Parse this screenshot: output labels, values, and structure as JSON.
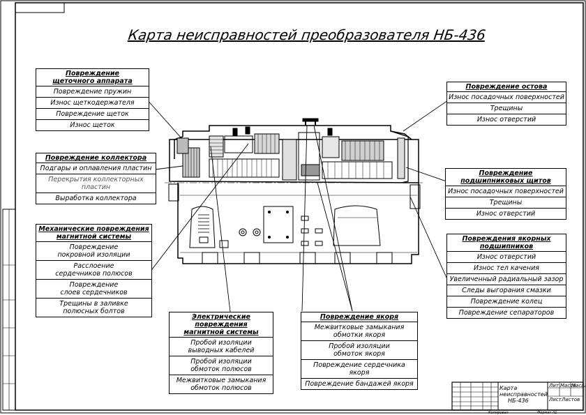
{
  "title": "Карта неисправностей преобразователя НБ-436",
  "boxes": {
    "brush": {
      "heading": [
        "Повреждение",
        "щеточного аппарата"
      ],
      "items": [
        "Повреждение пружин",
        "Износ щеткодержателя",
        "Повреждение щеток",
        "Износ щеток"
      ]
    },
    "collector": {
      "heading": [
        "Повреждение коллектора"
      ],
      "items": [
        "Подгары и оплавления пластин",
        "Перекрытия коллекторных пластин",
        "Выработка коллектора"
      ]
    },
    "mechanical": {
      "heading": [
        "Механические повреждения",
        "магнитной системы"
      ],
      "items": [
        [
          "Повреждение",
          "покровной изоляции"
        ],
        [
          "Расслоение",
          "сердечников полюсов"
        ],
        [
          "Повреждение",
          "слоев сердечников"
        ],
        [
          "Трещины в заливке",
          "полюсных болтов"
        ]
      ]
    },
    "electrical": {
      "heading": [
        "Электрические повреждения",
        "магнитной системы"
      ],
      "items": [
        [
          "Пробой изоляции",
          "выводных кабелей"
        ],
        [
          "Пробой изоляции",
          "обмоток полюсов"
        ],
        [
          "Межвитковые замыкания",
          "обмоток полюсов"
        ]
      ]
    },
    "armature": {
      "heading": [
        "Повреждение якоря"
      ],
      "items": [
        [
          "Межвитковые замыкания",
          "обмотки якоря"
        ],
        [
          "Пробой изоляции",
          "обмоток якоря"
        ],
        [
          "Повреждение сердечника якоря"
        ],
        [
          "Повреждение бандажей якоря"
        ]
      ]
    },
    "frame": {
      "heading": [
        "Повреждение остова"
      ],
      "items": [
        "Износ посадочных поверхностей",
        "Трещины",
        "Износ отверстий"
      ]
    },
    "shields": {
      "heading": [
        "Повреждение подшипниковых щитов"
      ],
      "items": [
        "Износ посадочных поверхностей",
        "Трещины",
        "Износ отверстий"
      ]
    },
    "bearings": {
      "heading": [
        "Повреждения якорных",
        "подшипников"
      ],
      "items": [
        "Износ отверстий",
        "Износ тел качения",
        "Увеличенный радиальный зазор",
        "Следы выгорания смазки",
        "Повреждение колец",
        "Повреждение сепараторов"
      ]
    }
  },
  "stamp": {
    "title": [
      "Карта неисправностей",
      "НБ-436"
    ],
    "lit": "Лит.",
    "mass": "Масса",
    "scale": "Масштаб",
    "sheet": "Лист",
    "sheets": "Листов",
    "copied": "Копировал",
    "format": "Формат А1"
  }
}
